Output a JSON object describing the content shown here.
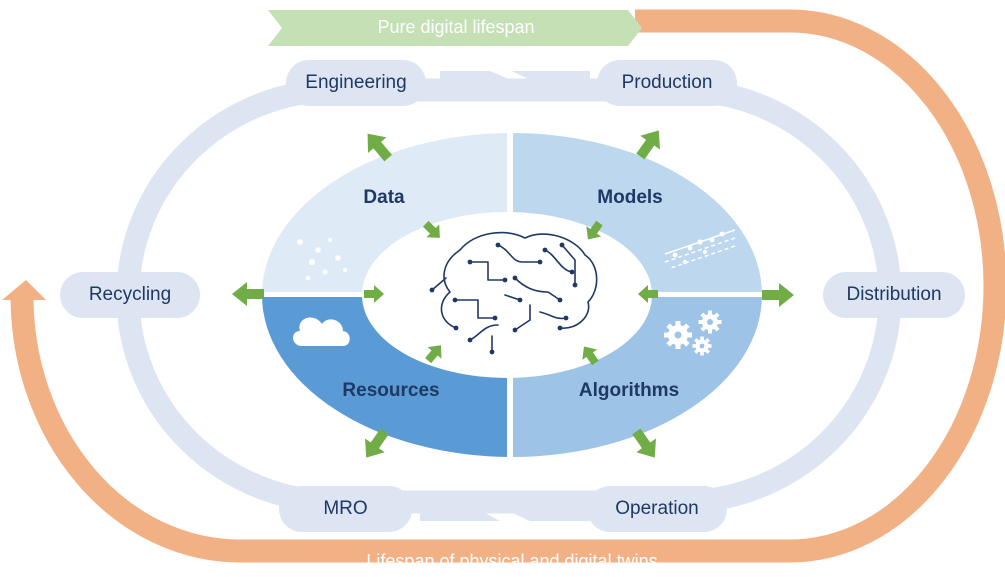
{
  "banners": {
    "top": "Pure digital lifespan",
    "bottom": "Lifespan of physical and digital twins"
  },
  "stages": {
    "engineering": "Engineering",
    "production": "Production",
    "distribution": "Distribution",
    "operation": "Operation",
    "mro": "MRO",
    "recycling": "Recycling"
  },
  "quadrants": {
    "data": "Data",
    "models": "Models",
    "resources": "Resources",
    "algorithms": "Algorithms"
  },
  "icons": {
    "center": "brain-circuit-icon",
    "data": "scattered-dots-icon",
    "models": "regression-lines-icon",
    "resources": "cloud-icon",
    "algorithms": "gears-icon"
  },
  "colors": {
    "orange_loop": "#f2b185",
    "green_banner": "#c5e0b4",
    "green_arrow": "#70ad47",
    "pill": "#dde5f3",
    "ring": "#dde5f3",
    "data_fill": "#deebf7",
    "models_fill": "#bdd7ee",
    "resources_fill": "#5b9bd5",
    "algorithms_fill": "#9dc3e6",
    "text_dark": "#1f3864"
  }
}
